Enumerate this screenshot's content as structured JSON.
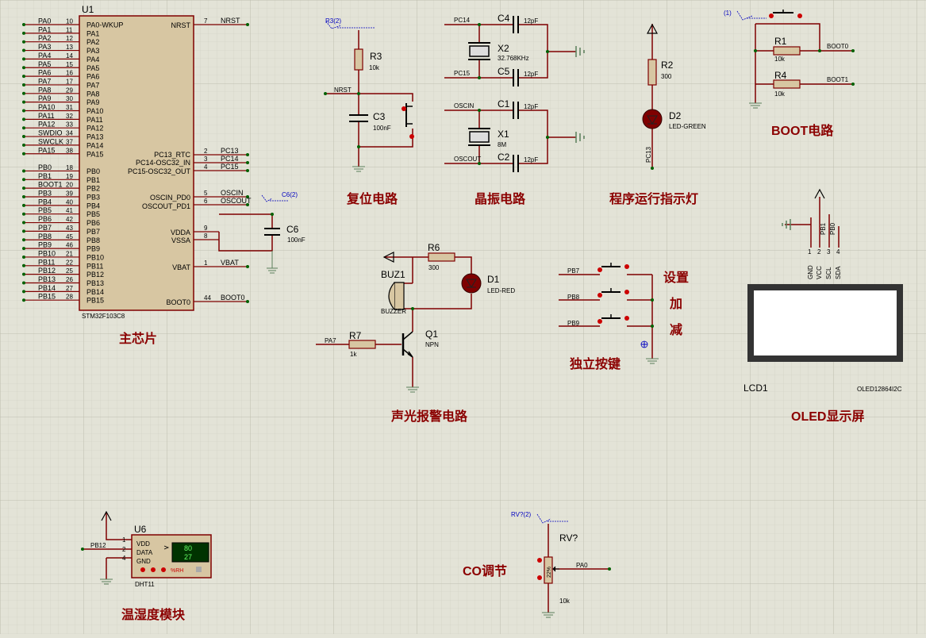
{
  "sections": {
    "main_chip": "主芯片",
    "reset": "复位电路",
    "crystal": "晶振电路",
    "run_led": "程序运行指示灯",
    "boot": "BOOT电路",
    "alarm": "声光报警电路",
    "keys": "独立按键",
    "oled": "OLED显示屏",
    "dht": "温湿度模块",
    "co": "CO调节"
  },
  "key_labels": {
    "set": "设置",
    "add": "加",
    "sub": "减"
  },
  "mcu": {
    "ref": "U1",
    "part": "STM32F103C8",
    "left_pins": [
      {
        "net": "PA0",
        "num": "10",
        "name": "PA0-WKUP"
      },
      {
        "net": "PA1",
        "num": "11",
        "name": "PA1"
      },
      {
        "net": "PA2",
        "num": "12",
        "name": "PA2"
      },
      {
        "net": "PA3",
        "num": "13",
        "name": "PA3"
      },
      {
        "net": "PA4",
        "num": "14",
        "name": "PA4"
      },
      {
        "net": "PA5",
        "num": "15",
        "name": "PA5"
      },
      {
        "net": "PA6",
        "num": "16",
        "name": "PA6"
      },
      {
        "net": "PA7",
        "num": "17",
        "name": "PA7"
      },
      {
        "net": "PA8",
        "num": "29",
        "name": "PA8"
      },
      {
        "net": "PA9",
        "num": "30",
        "name": "PA9"
      },
      {
        "net": "PA10",
        "num": "31",
        "name": "PA10"
      },
      {
        "net": "PA11",
        "num": "32",
        "name": "PA11"
      },
      {
        "net": "PA12",
        "num": "33",
        "name": "PA12"
      },
      {
        "net": "SWDIO",
        "num": "34",
        "name": "PA13"
      },
      {
        "net": "SWCLK",
        "num": "37",
        "name": "PA14"
      },
      {
        "net": "PA15",
        "num": "38",
        "name": "PA15"
      },
      {
        "net": "",
        "num": "",
        "name": ""
      },
      {
        "net": "PB0",
        "num": "18",
        "name": "PB0"
      },
      {
        "net": "PB1",
        "num": "19",
        "name": "PB1"
      },
      {
        "net": "BOOT1",
        "num": "20",
        "name": "PB2"
      },
      {
        "net": "PB3",
        "num": "39",
        "name": "PB3"
      },
      {
        "net": "PB4",
        "num": "40",
        "name": "PB4"
      },
      {
        "net": "PB5",
        "num": "41",
        "name": "PB5"
      },
      {
        "net": "PB6",
        "num": "42",
        "name": "PB6"
      },
      {
        "net": "PB7",
        "num": "43",
        "name": "PB7"
      },
      {
        "net": "PB8",
        "num": "45",
        "name": "PB8"
      },
      {
        "net": "PB9",
        "num": "46",
        "name": "PB9"
      },
      {
        "net": "PB10",
        "num": "21",
        "name": "PB10"
      },
      {
        "net": "PB11",
        "num": "22",
        "name": "PB11"
      },
      {
        "net": "PB12",
        "num": "25",
        "name": "PB12"
      },
      {
        "net": "PB13",
        "num": "26",
        "name": "PB13"
      },
      {
        "net": "PB14",
        "num": "27",
        "name": "PB14"
      },
      {
        "net": "PB15",
        "num": "28",
        "name": "PB15"
      }
    ],
    "right_pins": {
      "nrst": {
        "name": "NRST",
        "num": "7",
        "net": "NRST"
      },
      "pc13": {
        "name": "PC13_RTC",
        "num": "2",
        "net": "PC13"
      },
      "pc14": {
        "name": "PC14-OSC32_IN",
        "num": "3",
        "net": "PC14"
      },
      "pc15": {
        "name": "PC15-OSC32_OUT",
        "num": "4",
        "net": "PC15"
      },
      "oscin": {
        "name": "OSCIN_PD0",
        "num": "5",
        "net": "OSCIN"
      },
      "oscout": {
        "name": "OSCOUT_PD1",
        "num": "6",
        "net": "OSCOUT"
      },
      "vdda": {
        "name": "VDDA",
        "num": "9"
      },
      "vssa": {
        "name": "VSSA",
        "num": "8"
      },
      "vbat": {
        "name": "VBAT",
        "num": "1",
        "net": "VBAT"
      },
      "boot0": {
        "name": "BOOT0",
        "num": "44",
        "net": "BOOT0"
      }
    }
  },
  "reset_circuit": {
    "probe": "R3(2)",
    "r_ref": "R3",
    "r_val": "10k",
    "net": "NRST",
    "c_ref": "C3",
    "c_val": "100nF"
  },
  "crystal_circuit": {
    "net1": "PC14",
    "net2": "PC15",
    "net3": "OSCIN",
    "net4": "OSCOUT",
    "c4": "C4",
    "c5": "C5",
    "c1": "C1",
    "c2": "C2",
    "cap_val": "12pF",
    "x2": "X2",
    "x2_val": "32.768KHz",
    "x1": "X1",
    "x1_val": "8M"
  },
  "c6": {
    "ref": "C6",
    "val": "100nF",
    "probe": "C6(2)"
  },
  "run_led_circuit": {
    "r_ref": "R2",
    "r_val": "300",
    "d_ref": "D2",
    "d_val": "LED-GREEN",
    "net": "PC13"
  },
  "boot_circuit": {
    "probe": "(1)",
    "r1": "R1",
    "r1_val": "10k",
    "r4": "R4",
    "r4_val": "10k",
    "net0": "BOOT0",
    "net1": "BOOT1"
  },
  "alarm_circuit": {
    "r6": "R6",
    "r6_val": "300",
    "d1": "D1",
    "d1_val": "LED-RED",
    "buz": "BUZ1",
    "buz_val": "BUZZER",
    "r7": "R7",
    "r7_val": "1k",
    "q": "Q1",
    "q_val": "NPN",
    "net": "PA7"
  },
  "keys_circuit": {
    "nets": [
      "PB7",
      "PB8",
      "PB9"
    ]
  },
  "oled_module": {
    "ref": "LCD1",
    "part": "OLED12864I2C",
    "pins": [
      "GND",
      "VCC",
      "SCL",
      "SDA"
    ],
    "nums": [
      "1",
      "2",
      "3",
      "4"
    ],
    "nets": [
      "PB1",
      "PB0"
    ]
  },
  "dht_module": {
    "ref": "U6",
    "part": "DHT11",
    "pins": [
      "VDD",
      "DATA",
      "GND"
    ],
    "nums": [
      "1",
      "2",
      "4"
    ],
    "net": "PB12",
    "temp": "80",
    "hum": "27",
    "unit": "%RH"
  },
  "co_circuit": {
    "probe": "RV?(2)",
    "ref": "RV?",
    "val": "10k",
    "net": "PA0",
    "wiper": "22%"
  }
}
